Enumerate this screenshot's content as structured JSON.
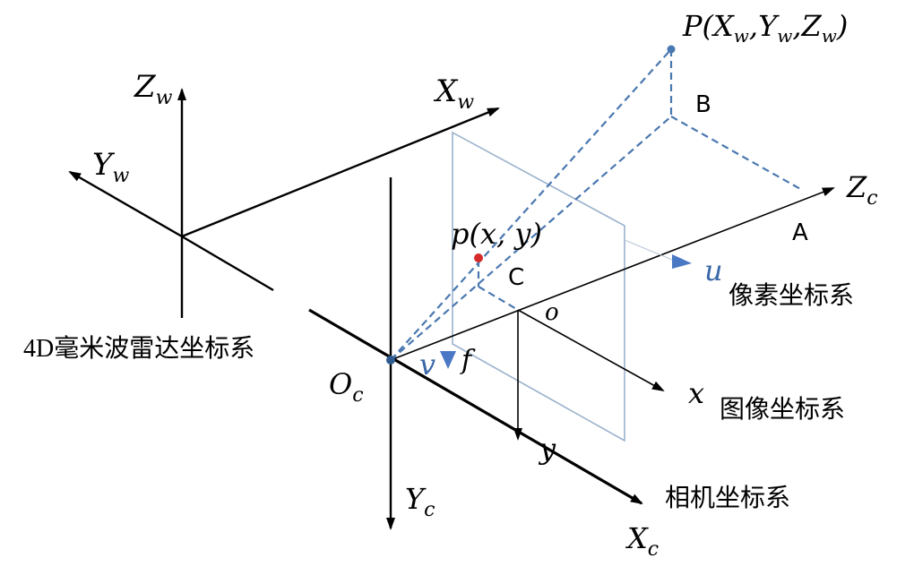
{
  "colors": {
    "axis": "#000000",
    "dash": "#4a78b0",
    "plane": "#9ab2cc",
    "point": "#d62b2b",
    "blue_label": "#3a68a8",
    "marker": "#4a78c4"
  },
  "labels": {
    "Zw": "Z",
    "Zw_sub": "w",
    "Xw": "X",
    "Xw_sub": "w",
    "Yw": "Y",
    "Yw_sub": "w",
    "P": "P",
    "P_coords": "(X",
    "P_w1": "w",
    "P_comma1": ",Y",
    "P_w2": "w",
    "P_comma2": ",Z",
    "P_w3": "w",
    "P_close": ")",
    "B": "B",
    "A": "A",
    "C": "C",
    "Zc": "Z",
    "Zc_sub": "c",
    "p_point": "p(x, y)",
    "u": "u",
    "v": "v",
    "f": "f",
    "o": "o",
    "x": "x",
    "y": "y",
    "Oc": "O",
    "Oc_sub": "c",
    "Yc": "Y",
    "Yc_sub": "c",
    "Xc": "X",
    "Xc_sub": "c",
    "radar_system": "4D毫米波雷达坐标系",
    "pixel_system": "像素坐标系",
    "image_system": "图像坐标系",
    "camera_system": "相机坐标系"
  }
}
